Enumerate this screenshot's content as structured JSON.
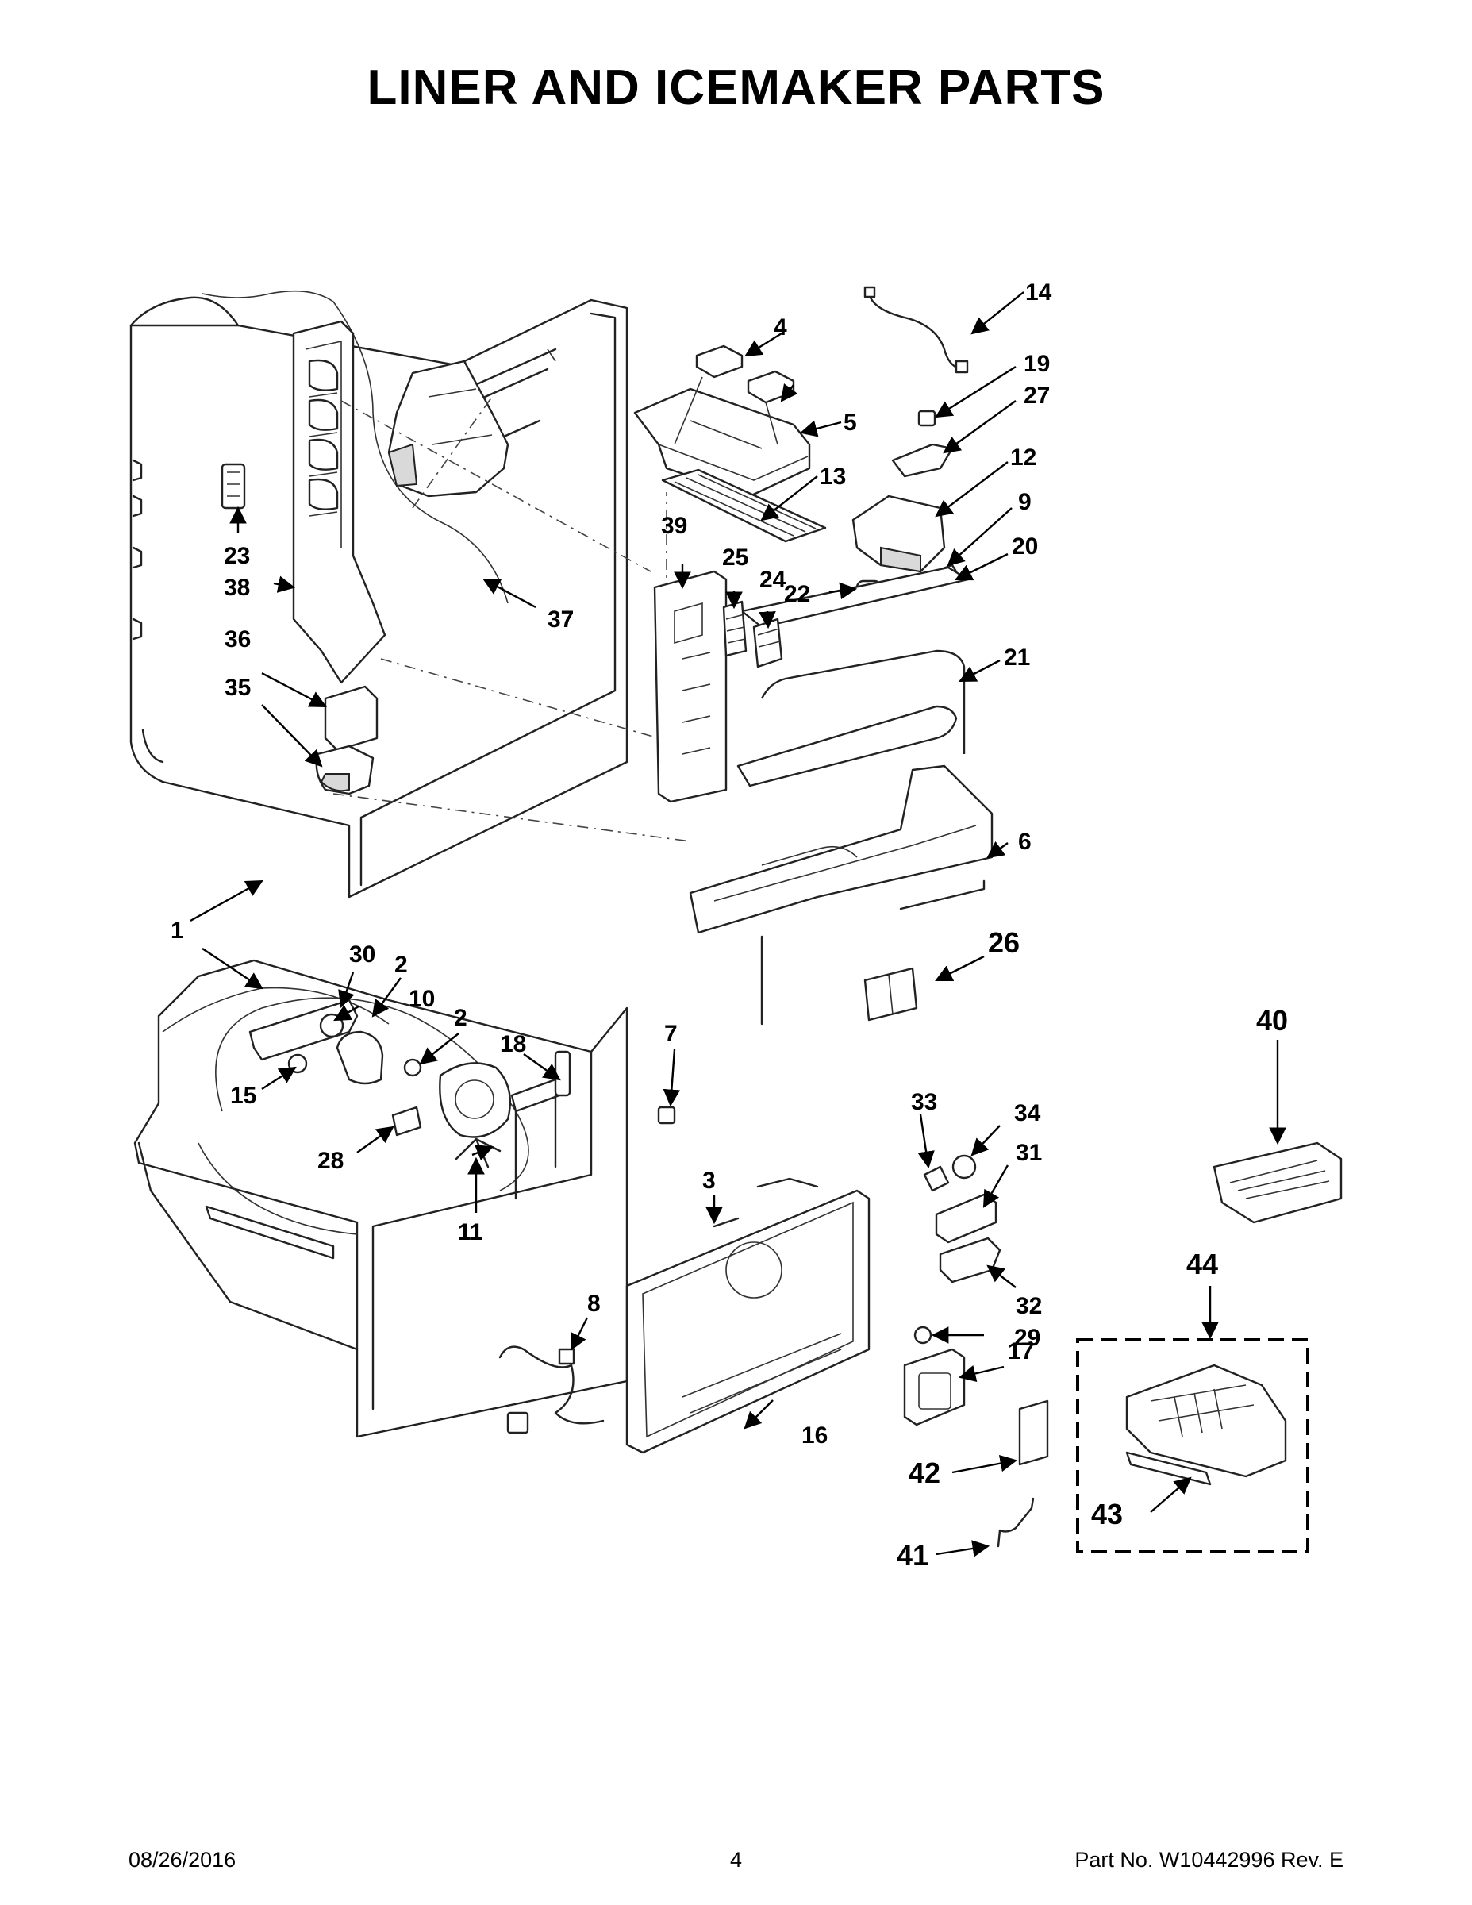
{
  "page": {
    "title": "LINER AND ICEMAKER PARTS",
    "footer_date": "08/26/2016",
    "footer_page": "4",
    "footer_part": "Part No.  W10442996  Rev.  E"
  },
  "callouts": [
    "1",
    "2",
    "2",
    "3",
    "4",
    "5",
    "6",
    "7",
    "8",
    "9",
    "10",
    "11",
    "12",
    "13",
    "14",
    "15",
    "16",
    "17",
    "18",
    "19",
    "20",
    "21",
    "22",
    "23",
    "24",
    "25",
    "26",
    "27",
    "28",
    "29",
    "30",
    "31",
    "32",
    "33",
    "34",
    "35",
    "36",
    "37",
    "38",
    "39",
    "40",
    "41",
    "42",
    "43",
    "44"
  ]
}
